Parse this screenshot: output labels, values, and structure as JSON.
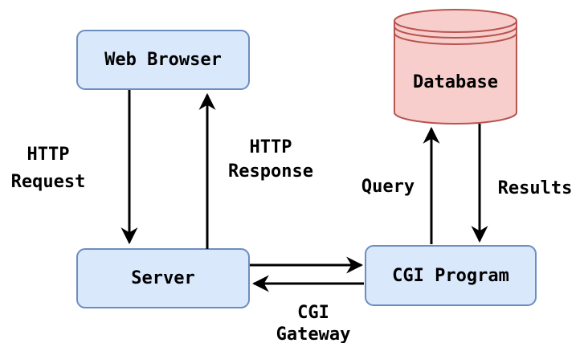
{
  "nodes": {
    "web_browser": {
      "label": "Web Browser"
    },
    "server": {
      "label": "Server"
    },
    "cgi_program": {
      "label": "CGI Program"
    },
    "database": {
      "label": "Database"
    }
  },
  "edges": {
    "http_request": {
      "line1": "HTTP",
      "line2": "Request"
    },
    "http_response": {
      "line1": "HTTP",
      "line2": "Response"
    },
    "cgi_gateway": {
      "line1": "CGI",
      "line2": "Gateway"
    },
    "query": {
      "label": "Query"
    },
    "results": {
      "label": "Results"
    }
  },
  "colors": {
    "box_fill": "#dae8fc",
    "box_stroke": "#6c8ebf",
    "db_fill": "#f8cecc",
    "db_stroke": "#b85450",
    "arrow": "#000000"
  }
}
